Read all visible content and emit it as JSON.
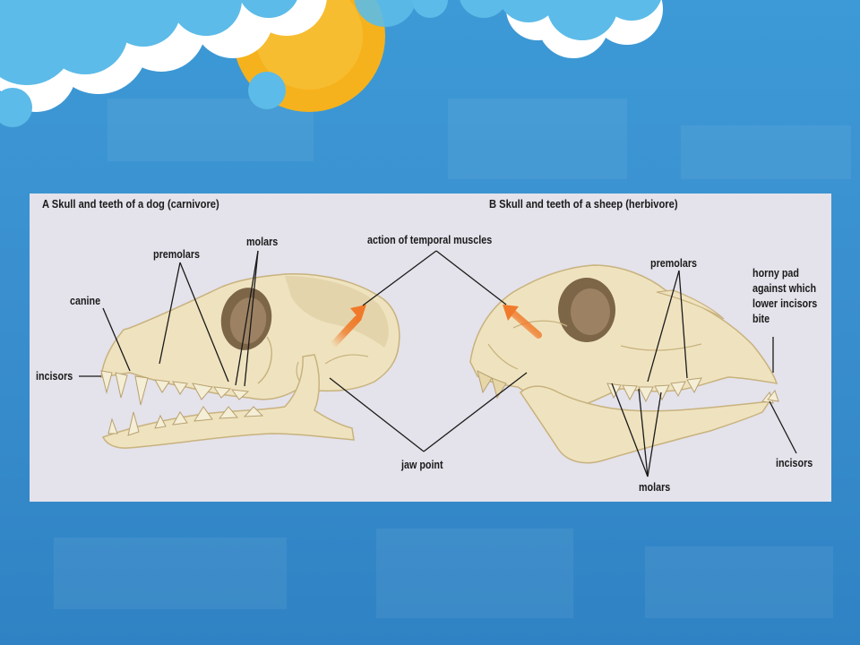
{
  "figure": {
    "title_a": "A Skull and teeth of a dog (carnivore)",
    "title_b": "B Skull and teeth of a sheep (herbivore)",
    "labels": {
      "molars_dog": "molars",
      "premolars_dog": "premolars",
      "canine": "canine",
      "incisors_dog": "incisors",
      "temporal": "action of temporal muscles",
      "jaw_point": "jaw point",
      "premolars_sheep": "premolars",
      "horny_pad_1": "horny pad",
      "horny_pad_2": "against which",
      "horny_pad_3": "lower incisors",
      "horny_pad_4": "bite",
      "molars_sheep": "molars",
      "incisors_sheep": "incisors"
    }
  },
  "colors": {
    "background": "#3a8fce",
    "panel": "#e4e2ea",
    "bone": "#efe3bf",
    "arrow": "#f07a2a",
    "sun": "#f6b21c"
  }
}
